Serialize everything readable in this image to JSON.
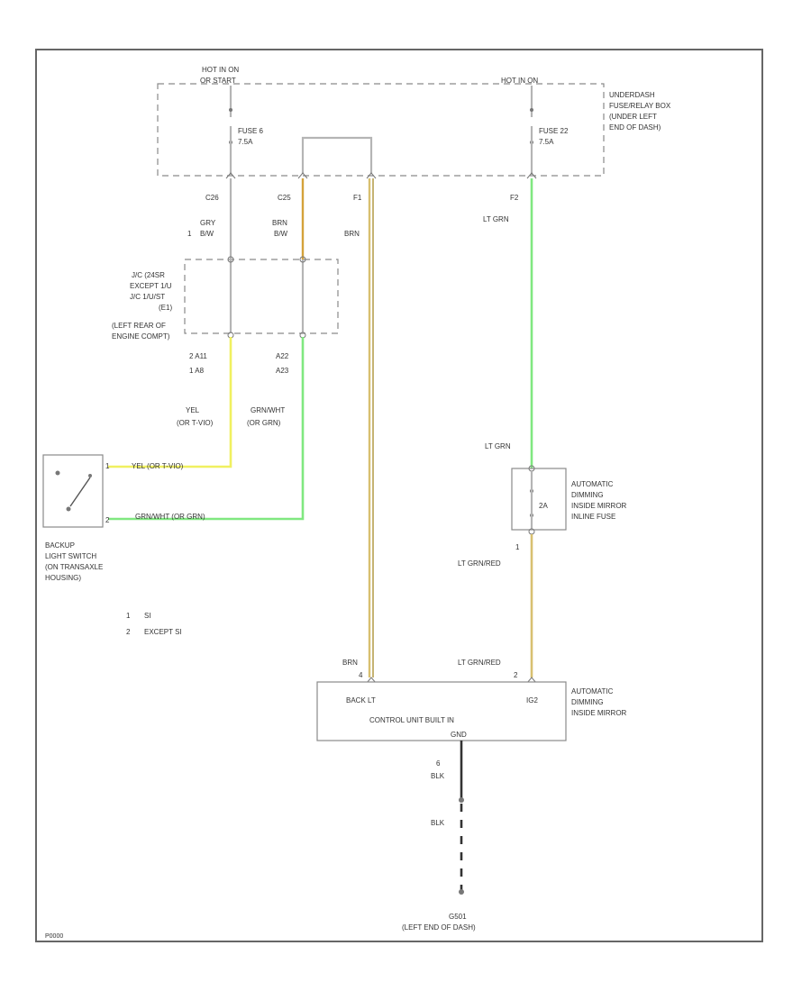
{
  "labels": {
    "hot_left": "HOT IN ON",
    "hot_left_2": "OR START",
    "hot_right": "HOT IN ON",
    "underdash_1": "UNDERDASH",
    "underdash_2": "FUSE/RELAY BOX",
    "underdash_3": "(UNDER LEFT",
    "underdash_4": "END OF DASH)",
    "fuse6": "FUSE 6",
    "fuse6_amp": "7.5A",
    "fuse22": "FUSE 22",
    "fuse22_amp": "7.5A",
    "c_left": "C26",
    "c_mid": "C25",
    "c_f1": "F1",
    "c_f2": "F2",
    "w_gry": "GRY",
    "w_brn": "BRN",
    "w_brn2": "BRN",
    "w_ltgrn": "LT GRN",
    "n1": "1",
    "bw1": "B/W",
    "bw2": "B/W",
    "jc1": "J/C (24SR",
    "jc2": "EXCEPT 1/U",
    "jc3": "J/C 1/U/ST",
    "jc4": "(E1)",
    "jc5": "(LEFT REAR OF",
    "jc6": "ENGINE COMPT)",
    "e_left_top": "2  A11",
    "e_left_bot": "1  A8",
    "e_mid": "A22",
    "e_mid2": "A23",
    "yel": "YEL",
    "yel2": "(OR T-VIO)",
    "grn": "GRN/WHT",
    "grn2": "(OR GRN)",
    "yel_h": "YEL  (OR T-VIO)",
    "grn_h": "GRN/WHT  (OR GRN)",
    "p1": "1",
    "p2": "2",
    "backup1": "BACKUP",
    "backup2": "LIGHT SWITCH",
    "backup3": "(ON TRANSAXLE",
    "backup4": "HOUSING)",
    "legend1_n": "1",
    "legend1_t": "SI",
    "legend2_n": "2",
    "legend2_t": "EXCEPT SI",
    "ltgrn_b": "LT GRN",
    "adm1": "AUTOMATIC",
    "adm2": "DIMMING",
    "adm3": "INSIDE MIRROR",
    "adm4": "INLINE FUSE",
    "fuse_inline": "2A",
    "ltgr_red": "LT GRN/RED",
    "ltgr_red2": "LT GRN/RED",
    "brn_bot": "BRN",
    "pin4": "4",
    "pin2": "2",
    "pin1": "1",
    "backlt": "BACK LT",
    "ig2": "IG2",
    "control": "CONTROL UNIT BUILT IN",
    "gnd_lbl": "GND",
    "mir1": "AUTOMATIC",
    "mir2": "DIMMING",
    "mir3": "INSIDE MIRROR",
    "pin6": "6",
    "blk": "BLK",
    "blk2": "BLK",
    "g501": "G501",
    "g501b": "(LEFT END OF DASH)",
    "corner": "P0000"
  },
  "colors": {
    "orange": "#d4a23a",
    "yellow": "#f0f060",
    "green": "#80e880",
    "tan": "#d8c070"
  }
}
